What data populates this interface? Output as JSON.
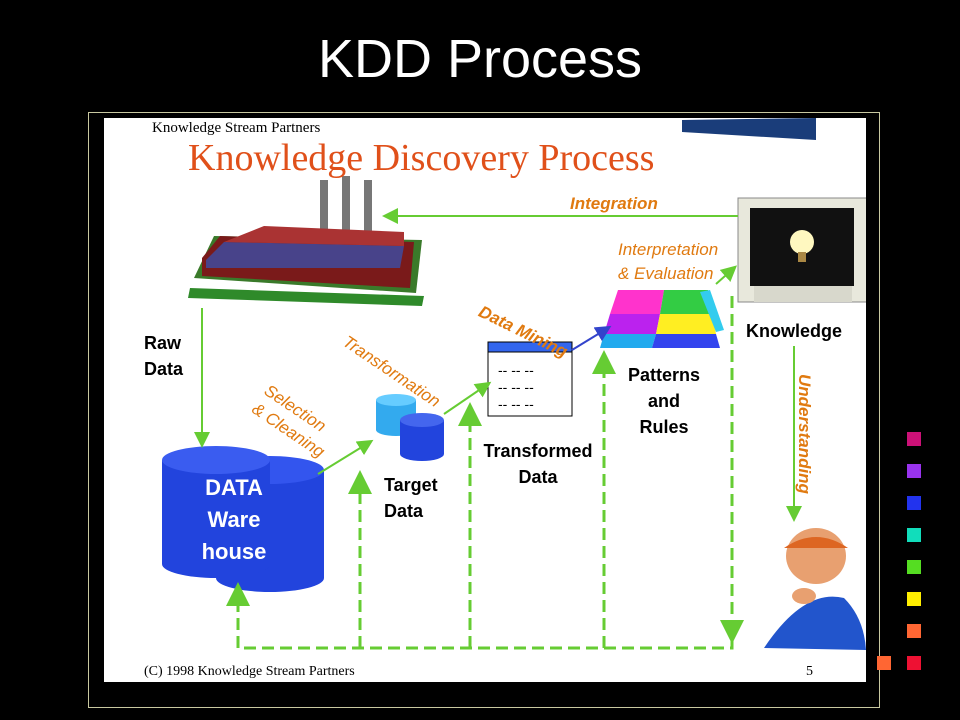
{
  "slide": {
    "title": "KDD Process"
  },
  "diagram": {
    "header_small": "Knowledge Stream Partners",
    "title": "Knowledge Discovery Process",
    "footer_left": "(C) 1998 Knowledge Stream Partners",
    "footer_right": "5",
    "warehouse_text": [
      "DATA",
      "Ware",
      "house"
    ],
    "transformed_rows": [
      "-- -- --",
      "-- -- --",
      "-- -- --"
    ],
    "labels": {
      "raw_data": [
        "Raw",
        "Data"
      ],
      "selection": [
        "Selection",
        "& Cleaning"
      ],
      "transformation": "Transformation",
      "data_mining": "Data Mining",
      "interpretation": [
        "Interpretation",
        "& Evaluation"
      ],
      "integration": "Integration",
      "understanding": "Understanding",
      "target_data": [
        "Target",
        "Data"
      ],
      "transformed_data": [
        "Transformed",
        "Data"
      ],
      "patterns_rules": [
        "Patterns",
        "and",
        "Rules"
      ],
      "knowledge": "Knowledge"
    }
  },
  "colors": {
    "arrow_green": "#66cc33",
    "label_orange": "#e07a10",
    "title_red": "#e0501a",
    "db_blue": "#2244dd",
    "cylinder_light": "#33aaee",
    "mining_arrow": "#3344cc"
  },
  "bullet_squares": [
    "#cc1177",
    "#9933ee",
    "#2233ee",
    "#11ddbb",
    "#55dd22",
    "#ffee00",
    "#ff6633",
    "#ee1133"
  ],
  "corner_square": "#ff6633"
}
